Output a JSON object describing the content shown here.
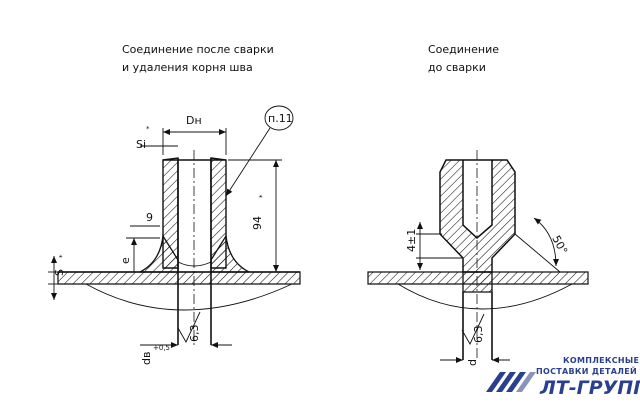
{
  "captions": {
    "left_line1": "Соединение после сварки",
    "left_line2": "и удаления корня шва",
    "right_line1": "Соединение",
    "right_line2": "до сварки"
  },
  "left_dims": {
    "dn": "Dн",
    "si": "Si",
    "si_mark": "*",
    "ref": "п.11",
    "height": "94",
    "height_mark": "*",
    "g": "9",
    "e": "e",
    "s": "S",
    "s_mark": "*",
    "rough": "6,3",
    "dv": "dв",
    "dv_tol": "+0,5"
  },
  "right_dims": {
    "gap": "4±1",
    "angle": "50°",
    "rough": "6,3",
    "d": "d"
  },
  "brand": {
    "line1": "КОМПЛЕКСНЫЕ",
    "line2": "ПОСТАВКИ ДЕТАЛЕЙ",
    "name": "ЛТ-ГРУПП",
    "color": "#2a3f8f",
    "icon": "diagonal-stripes-logo-icon"
  }
}
